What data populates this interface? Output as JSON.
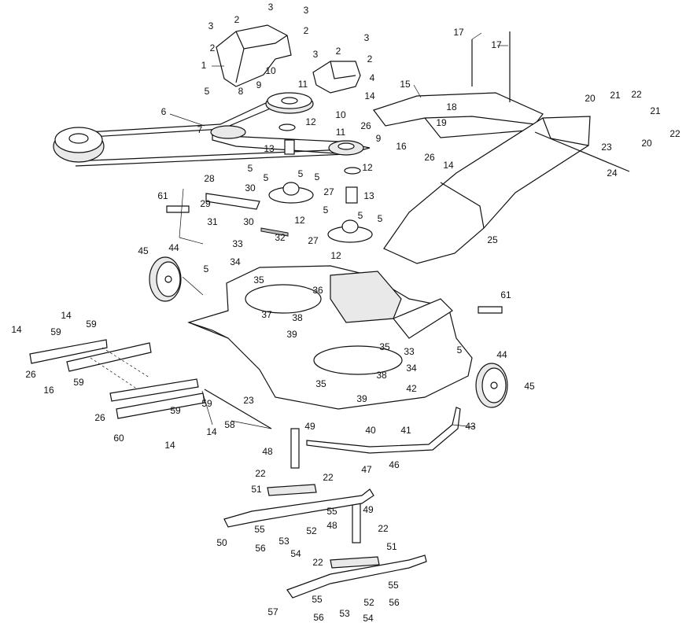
{
  "diagram": {
    "callouts": [
      {
        "id": "c1",
        "label": "1"
      },
      {
        "id": "c2a",
        "label": "2"
      },
      {
        "id": "c2b",
        "label": "2"
      },
      {
        "id": "c2c",
        "label": "2"
      },
      {
        "id": "c2d",
        "label": "2"
      },
      {
        "id": "c2e",
        "label": "2"
      },
      {
        "id": "c3a",
        "label": "3"
      },
      {
        "id": "c3b",
        "label": "3"
      },
      {
        "id": "c3c",
        "label": "3"
      },
      {
        "id": "c3d",
        "label": "3"
      },
      {
        "id": "c3e",
        "label": "3"
      },
      {
        "id": "c4",
        "label": "4"
      },
      {
        "id": "c5a",
        "label": "5"
      },
      {
        "id": "c5b",
        "label": "5"
      },
      {
        "id": "c5c",
        "label": "5"
      },
      {
        "id": "c5d",
        "label": "5"
      },
      {
        "id": "c5e",
        "label": "5"
      },
      {
        "id": "c5f",
        "label": "5"
      },
      {
        "id": "c5g",
        "label": "5"
      },
      {
        "id": "c5h",
        "label": "5"
      },
      {
        "id": "c5i",
        "label": "5"
      },
      {
        "id": "c5j",
        "label": "5"
      },
      {
        "id": "c6",
        "label": "6"
      },
      {
        "id": "c7",
        "label": "7"
      },
      {
        "id": "c8",
        "label": "8"
      },
      {
        "id": "c9a",
        "label": "9"
      },
      {
        "id": "c9b",
        "label": "9"
      },
      {
        "id": "c10a",
        "label": "10"
      },
      {
        "id": "c10b",
        "label": "10"
      },
      {
        "id": "c11a",
        "label": "11"
      },
      {
        "id": "c11b",
        "label": "11"
      },
      {
        "id": "c12a",
        "label": "12"
      },
      {
        "id": "c12b",
        "label": "12"
      },
      {
        "id": "c12c",
        "label": "12"
      },
      {
        "id": "c12d",
        "label": "12"
      },
      {
        "id": "c13a",
        "label": "13"
      },
      {
        "id": "c13b",
        "label": "13"
      },
      {
        "id": "c14a",
        "label": "14"
      },
      {
        "id": "c14b",
        "label": "14"
      },
      {
        "id": "c14c",
        "label": "14"
      },
      {
        "id": "c14d",
        "label": "14"
      },
      {
        "id": "c14e",
        "label": "14"
      },
      {
        "id": "c14f",
        "label": "14"
      },
      {
        "id": "c15",
        "label": "15"
      },
      {
        "id": "c16a",
        "label": "16"
      },
      {
        "id": "c16b",
        "label": "16"
      },
      {
        "id": "c17a",
        "label": "17"
      },
      {
        "id": "c17b",
        "label": "17"
      },
      {
        "id": "c18",
        "label": "18"
      },
      {
        "id": "c19",
        "label": "19"
      },
      {
        "id": "c20a",
        "label": "20"
      },
      {
        "id": "c20b",
        "label": "20"
      },
      {
        "id": "c21a",
        "label": "21"
      },
      {
        "id": "c21b",
        "label": "21"
      },
      {
        "id": "c22a",
        "label": "22"
      },
      {
        "id": "c22b",
        "label": "22"
      },
      {
        "id": "c22c",
        "label": "22"
      },
      {
        "id": "c22d",
        "label": "22"
      },
      {
        "id": "c22e",
        "label": "22"
      },
      {
        "id": "c22f",
        "label": "22"
      },
      {
        "id": "c23a",
        "label": "23"
      },
      {
        "id": "c23b",
        "label": "23"
      },
      {
        "id": "c24",
        "label": "24"
      },
      {
        "id": "c25",
        "label": "25"
      },
      {
        "id": "c26a",
        "label": "26"
      },
      {
        "id": "c26b",
        "label": "26"
      },
      {
        "id": "c26c",
        "label": "26"
      },
      {
        "id": "c26d",
        "label": "26"
      },
      {
        "id": "c27a",
        "label": "27"
      },
      {
        "id": "c27b",
        "label": "27"
      },
      {
        "id": "c28",
        "label": "28"
      },
      {
        "id": "c29",
        "label": "29"
      },
      {
        "id": "c30a",
        "label": "30"
      },
      {
        "id": "c30b",
        "label": "30"
      },
      {
        "id": "c31",
        "label": "31"
      },
      {
        "id": "c32",
        "label": "32"
      },
      {
        "id": "c33a",
        "label": "33"
      },
      {
        "id": "c33b",
        "label": "33"
      },
      {
        "id": "c34a",
        "label": "34"
      },
      {
        "id": "c34b",
        "label": "34"
      },
      {
        "id": "c35a",
        "label": "35"
      },
      {
        "id": "c35b",
        "label": "35"
      },
      {
        "id": "c35c",
        "label": "35"
      },
      {
        "id": "c36",
        "label": "36"
      },
      {
        "id": "c37",
        "label": "37"
      },
      {
        "id": "c38a",
        "label": "38"
      },
      {
        "id": "c38b",
        "label": "38"
      },
      {
        "id": "c39a",
        "label": "39"
      },
      {
        "id": "c39b",
        "label": "39"
      },
      {
        "id": "c40",
        "label": "40"
      },
      {
        "id": "c41",
        "label": "41"
      },
      {
        "id": "c42",
        "label": "42"
      },
      {
        "id": "c43",
        "label": "43"
      },
      {
        "id": "c44a",
        "label": "44"
      },
      {
        "id": "c44b",
        "label": "44"
      },
      {
        "id": "c45a",
        "label": "45"
      },
      {
        "id": "c45b",
        "label": "45"
      },
      {
        "id": "c46",
        "label": "46"
      },
      {
        "id": "c47",
        "label": "47"
      },
      {
        "id": "c48a",
        "label": "48"
      },
      {
        "id": "c48b",
        "label": "48"
      },
      {
        "id": "c49a",
        "label": "49"
      },
      {
        "id": "c49b",
        "label": "49"
      },
      {
        "id": "c50",
        "label": "50"
      },
      {
        "id": "c51a",
        "label": "51"
      },
      {
        "id": "c51b",
        "label": "51"
      },
      {
        "id": "c52a",
        "label": "52"
      },
      {
        "id": "c52b",
        "label": "52"
      },
      {
        "id": "c53a",
        "label": "53"
      },
      {
        "id": "c53b",
        "label": "53"
      },
      {
        "id": "c54a",
        "label": "54"
      },
      {
        "id": "c54b",
        "label": "54"
      },
      {
        "id": "c55a",
        "label": "55"
      },
      {
        "id": "c55b",
        "label": "55"
      },
      {
        "id": "c55c",
        "label": "55"
      },
      {
        "id": "c55d",
        "label": "55"
      },
      {
        "id": "c56a",
        "label": "56"
      },
      {
        "id": "c56b",
        "label": "56"
      },
      {
        "id": "c56c",
        "label": "56"
      },
      {
        "id": "c57",
        "label": "57"
      },
      {
        "id": "c58",
        "label": "58"
      },
      {
        "id": "c59a",
        "label": "59"
      },
      {
        "id": "c59b",
        "label": "59"
      },
      {
        "id": "c59c",
        "label": "59"
      },
      {
        "id": "c59d",
        "label": "59"
      },
      {
        "id": "c59e",
        "label": "59"
      },
      {
        "id": "c60",
        "label": "60"
      },
      {
        "id": "c61a",
        "label": "61"
      },
      {
        "id": "c61b",
        "label": "61"
      }
    ]
  }
}
